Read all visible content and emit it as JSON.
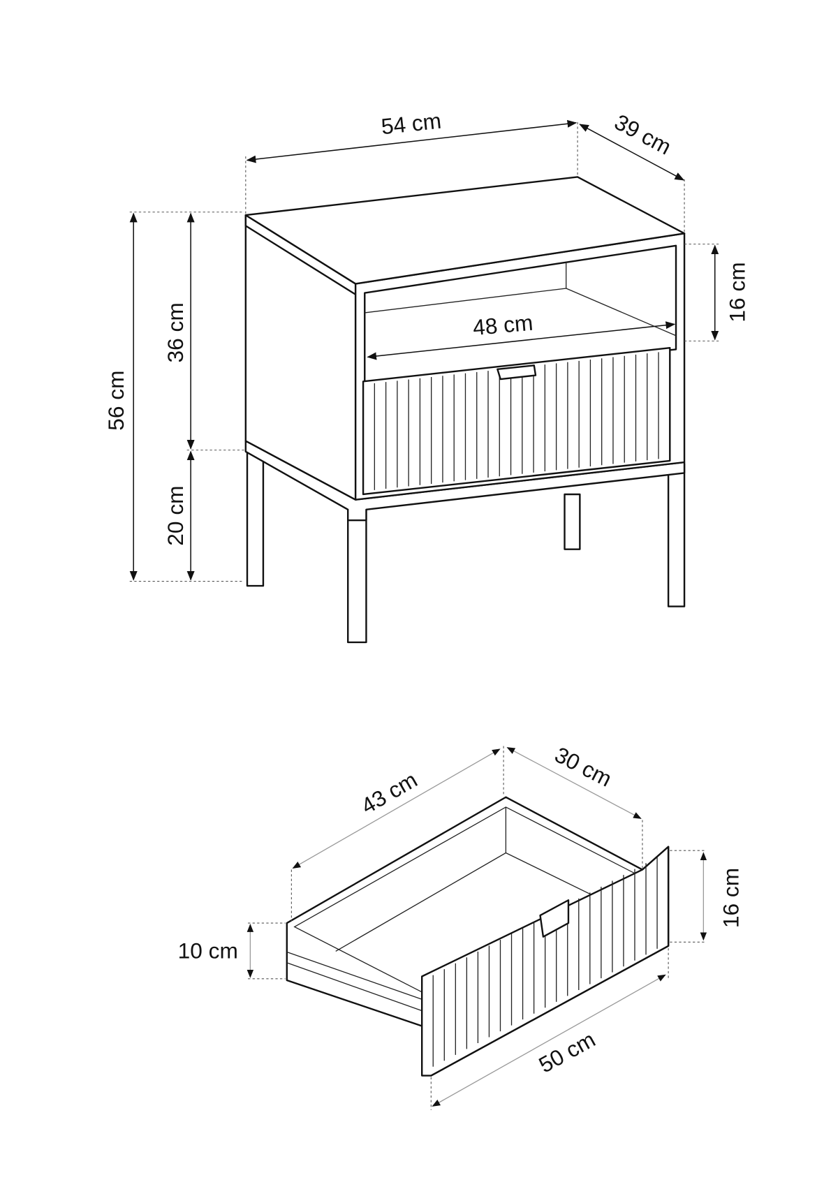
{
  "nightstand": {
    "width": "54 cm",
    "depth": "39 cm",
    "shelf_height": "16 cm",
    "inner_width": "48 cm",
    "body_height": "36 cm",
    "total_height": "56 cm",
    "leg_height": "20 cm"
  },
  "drawer": {
    "length": "43 cm",
    "inner_width": "30 cm",
    "front_height": "16 cm",
    "side_height": "10 cm",
    "front_width": "50 cm"
  }
}
